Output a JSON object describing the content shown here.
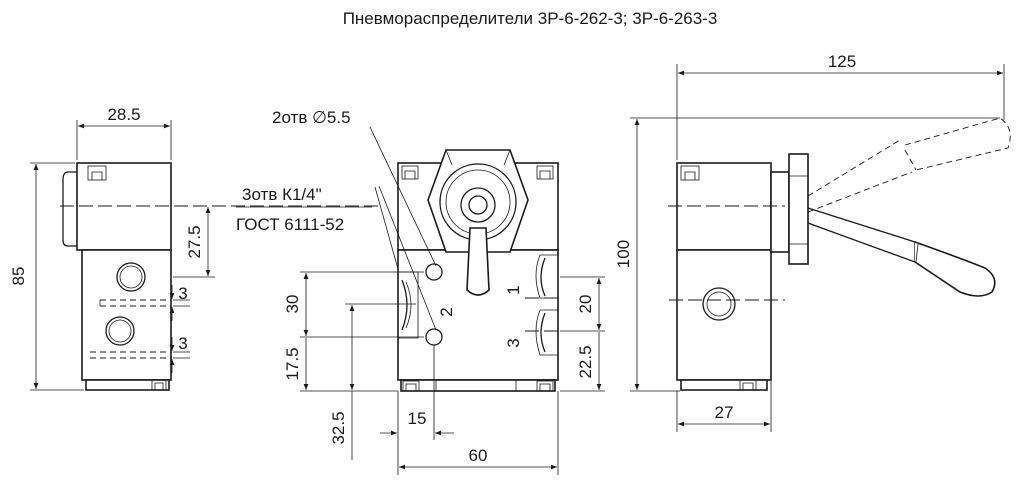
{
  "title": "Пневмораспределители 3Р-6-262-3; 3Р-6-263-3",
  "notes": {
    "holes": "2отв ∅5.5",
    "ports_line1": "3отв К1/4\"",
    "ports_line2": "ГОСТ 6111-52"
  },
  "port_labels": {
    "p1": "1",
    "p2": "2",
    "p3": "3"
  },
  "dimensions": {
    "side_width": "28.5",
    "side_height": "85",
    "side_top_offset": "27.5",
    "side_gap1": "3",
    "side_gap2": "3",
    "front_hole_spacing": "30",
    "front_lower": "17.5",
    "front_bottom": "32.5",
    "front_hole_x": "15",
    "front_width": "60",
    "front_right_upper": "20",
    "front_right_lower": "22.5",
    "right_width": "125",
    "right_height": "100",
    "right_base": "27"
  }
}
